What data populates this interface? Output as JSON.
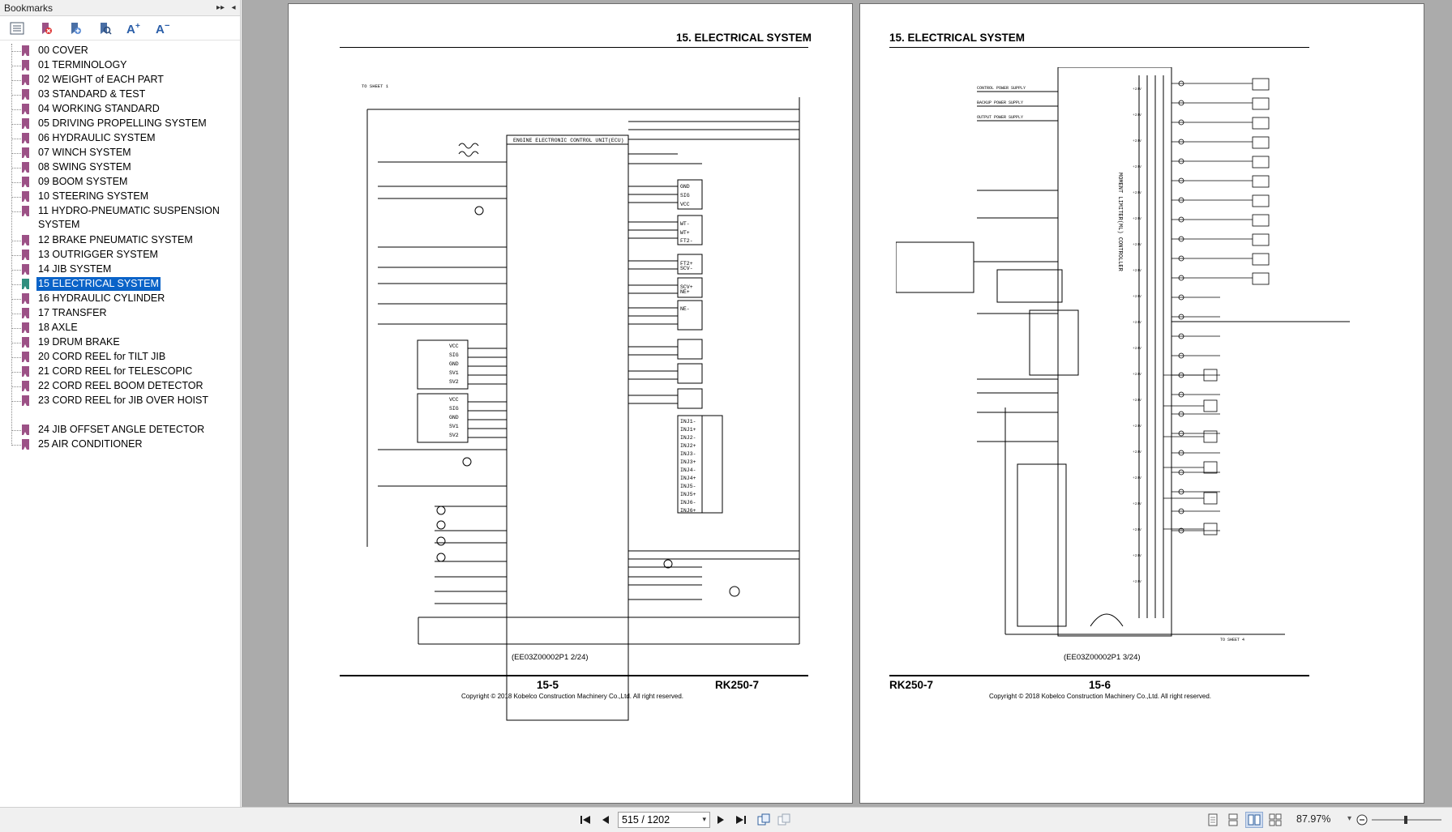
{
  "bookmarks": {
    "title": "Bookmarks",
    "header_controls": [
      "▸▸",
      "◂"
    ],
    "toolbar_icons": [
      "bookmark-options-icon",
      "delete-bookmark-icon",
      "new-bookmark-icon",
      "find-bookmark-icon",
      "expand-text-icon",
      "shrink-text-icon"
    ],
    "items": [
      {
        "label": "00 COVER"
      },
      {
        "label": "01 TERMINOLOGY"
      },
      {
        "label": "02 WEIGHT of EACH PART"
      },
      {
        "label": "03 STANDARD & TEST"
      },
      {
        "label": "04 WORKING STANDARD"
      },
      {
        "label": "05 DRIVING PROPELLING SYSTEM"
      },
      {
        "label": "06 HYDRAULIC SYSTEM"
      },
      {
        "label": "07 WINCH SYSTEM"
      },
      {
        "label": "08 SWING SYSTEM"
      },
      {
        "label": "09 BOOM SYSTEM"
      },
      {
        "label": "10 STEERING SYSTEM"
      },
      {
        "label": "11 HYDRO-PNEUMATIC SUSPENSION SYSTEM"
      },
      {
        "label": "12 BRAKE PNEUMATIC SYSTEM"
      },
      {
        "label": "13 OUTRIGGER SYSTEM"
      },
      {
        "label": "14 JIB SYSTEM"
      },
      {
        "label": "15 ELECTRICAL SYSTEM",
        "active": true
      },
      {
        "label": "16 HYDRAULIC CYLINDER"
      },
      {
        "label": "17 TRANSFER"
      },
      {
        "label": "18 AXLE"
      },
      {
        "label": "19 DRUM BRAKE"
      },
      {
        "label": "20 CORD REEL for TILT JIB"
      },
      {
        "label": "21 CORD REEL for TELESCOPIC"
      },
      {
        "label": "22 CORD REEL BOOM DETECTOR"
      },
      {
        "label": "23 CORD REEL for JIB OVER HOIST"
      },
      {
        "label": "24 JIB OFFSET ANGLE DETECTOR"
      },
      {
        "label": "25 AIR CONDITIONER"
      }
    ]
  },
  "pages": {
    "left": {
      "header": "15. ELECTRICAL SYSTEM",
      "figure_id": "(EE03Z00002P1 2/24)",
      "page_number": "15-5",
      "model": "RK250-7",
      "copyright": "Copyright © 2018 Kobelco Construction Machinery Co.,Ltd. All right reserved.",
      "diagram_labels": {
        "ecu_title": "ENGINE ELECTRONIC CONTROL UNIT(ECU)",
        "sheet_ref": "TO SHEET 1",
        "sensor_block": [
          "VCC",
          "SIG",
          "GND",
          "SV1",
          "SV2"
        ],
        "connector_block": [
          "GND",
          "SIG",
          "VCC",
          "WT-",
          "WT+",
          "FT2-",
          "FT2+",
          "SCV-",
          "SCV+",
          "NE+",
          "NE-"
        ],
        "injector_block": [
          "INJ1-",
          "INJ1+",
          "INJ2-",
          "INJ2+",
          "INJ3-",
          "INJ3+",
          "INJ4-",
          "INJ4+",
          "INJ5-",
          "INJ5+",
          "INJ6-",
          "INJ6+"
        ]
      }
    },
    "right": {
      "header": "15. ELECTRICAL SYSTEM",
      "figure_id": "(EE03Z00002P1 3/24)",
      "page_number": "15-6",
      "model": "RK250-7",
      "copyright": "Copyright © 2018 Kobelco Construction Machinery Co.,Ltd. All right reserved.",
      "diagram_labels": {
        "limiter_title": "MOMENT LIMITER(ML) CONTROLLER",
        "supply_labels": [
          "CONTROL POWER SUPPLY",
          "BACKUP POWER SUPPLY",
          "OUTPUT POWER SUPPLY"
        ],
        "voltage_label": "+24V",
        "sheet_ref": "TO SHEET 4"
      }
    }
  },
  "toolbar": {
    "page_value": "515 / 1202",
    "zoom_value": "87.97%"
  },
  "colors": {
    "bookmark_flag": "#9c5186",
    "bookmark_flag_active": "#2f8e7e",
    "selection": "#0a63c8",
    "document_bg": "#ababab"
  }
}
